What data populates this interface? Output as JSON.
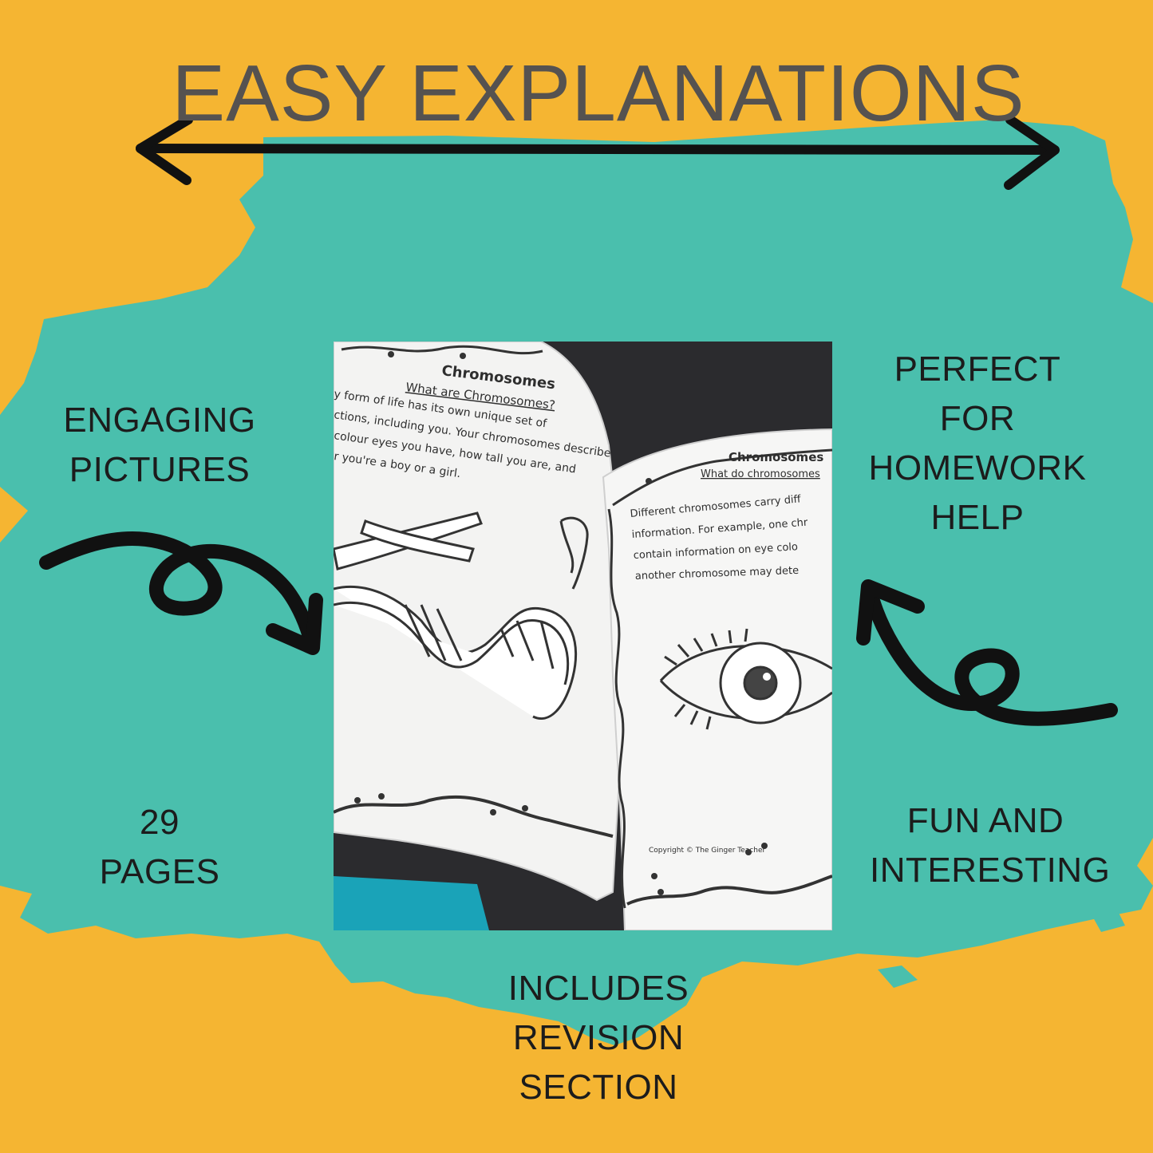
{
  "title": "EASY EXPLANATIONS",
  "features": {
    "engaging": [
      "ENGAGING",
      "PICTURES"
    ],
    "homework": [
      "PERFECT FOR",
      "HOMEWORK",
      "HELP"
    ],
    "pages": [
      "29",
      "PAGES"
    ],
    "fun": [
      "FUN AND",
      "INTERESTING"
    ],
    "revision": [
      "INCLUDES",
      "REVISION",
      "SECTION"
    ]
  },
  "book": {
    "left_page": {
      "heading": "Chromosomes",
      "subheading": "What are Chromosomes?",
      "lines": [
        "y form of life has its own unique set of",
        "ctions, including you. Your chromosomes describe",
        "colour eyes you have, how tall you are, and",
        "r you're a boy or a girl."
      ]
    },
    "right_page": {
      "heading": "Chromosomes",
      "subheading": "What do chromosomes",
      "lines": [
        "Different chromosomes carry diff",
        "information. For example, one chr",
        "contain information on eye colo",
        "another chromosome may dete"
      ],
      "copyright": "Copyright © The Ginger Teacher"
    }
  },
  "colors": {
    "background": "#F5B532",
    "teal": "#4ABFAD",
    "title": "#555250",
    "ink": "#111111"
  }
}
